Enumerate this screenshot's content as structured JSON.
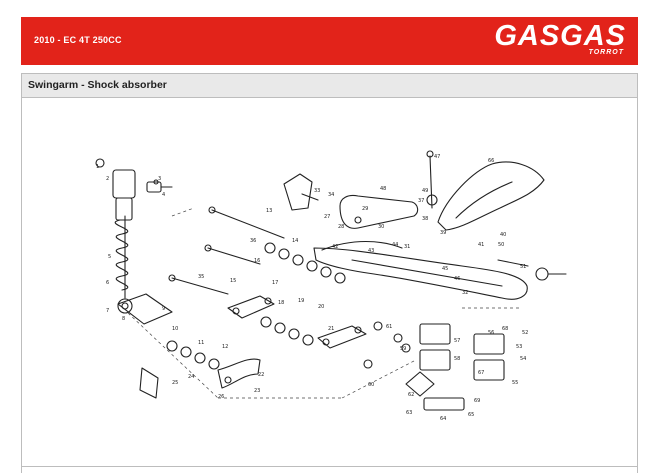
{
  "header": {
    "title": "2010 - EC 4T 250CC",
    "brand": "GASGAS",
    "brand_sub": "TORROT",
    "background_color": "#e2231a"
  },
  "section": {
    "title": "Swingarm - Shock absorber"
  },
  "diagram": {
    "part_numbers": [
      "1",
      "2",
      "3",
      "4",
      "5",
      "6",
      "7",
      "8",
      "9",
      "10",
      "11",
      "12",
      "13",
      "14",
      "15",
      "16",
      "17",
      "18",
      "19",
      "20",
      "21",
      "22",
      "23",
      "24",
      "25",
      "26",
      "27",
      "28",
      "29",
      "30",
      "31",
      "32",
      "33",
      "34",
      "35",
      "36",
      "37",
      "38",
      "39",
      "40",
      "41",
      "42",
      "43",
      "44",
      "45",
      "46",
      "47",
      "48",
      "49",
      "50",
      "51",
      "52",
      "53",
      "54",
      "55",
      "56",
      "57",
      "58",
      "59",
      "60",
      "61",
      "62",
      "63",
      "64",
      "65",
      "66",
      "67",
      "68",
      "69"
    ]
  }
}
